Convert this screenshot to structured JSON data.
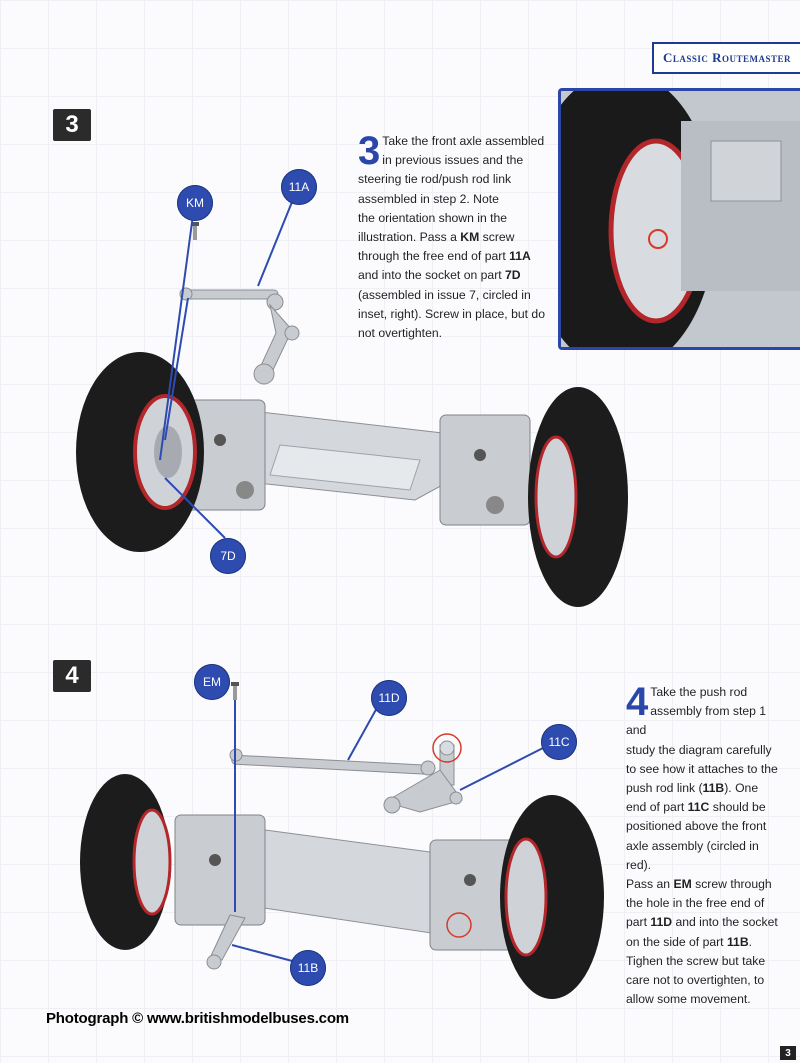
{
  "header": {
    "series": "Classic Routemaster"
  },
  "step3": {
    "number": "3",
    "dropcap": "3",
    "lines": [
      [
        "Take the front axle assembled"
      ],
      [
        "in previous issues and the"
      ],
      [
        "steering tie rod/push rod link"
      ],
      [
        "assembled in step 2. Note"
      ],
      [
        "the orientation shown in the"
      ],
      [
        "illustration. Pass a ",
        {
          "b": "KM"
        },
        " screw"
      ],
      [
        "through the free end of part ",
        {
          "b": "11A"
        }
      ],
      [
        "and into the socket on part ",
        {
          "b": "7D"
        }
      ],
      [
        "(assembled in issue 7, circled in"
      ],
      [
        "inset, right). Screw in place, but do"
      ],
      [
        "not overtighten."
      ]
    ],
    "callouts": {
      "km": "KM",
      "p11a": "11A",
      "p7d": "7D"
    }
  },
  "step4": {
    "number": "4",
    "dropcap": "4",
    "lines": [
      [
        "Take the push rod"
      ],
      [
        "assembly from step 1 and"
      ],
      [
        "study the diagram carefully"
      ],
      [
        "to see how it attaches to the"
      ],
      [
        "push rod link (",
        {
          "b": "11B"
        },
        "). One"
      ],
      [
        "end of part ",
        {
          "b": "11C"
        },
        " should be"
      ],
      [
        "positioned above the front"
      ],
      [
        "axle assembly (circled in red)."
      ],
      [
        "Pass an ",
        {
          "b": "EM"
        },
        " screw through"
      ],
      [
        "the hole in the free end of"
      ],
      [
        "part ",
        {
          "b": "11D"
        },
        " and into the socket"
      ],
      [
        "on the side of part ",
        {
          "b": "11B"
        },
        "."
      ],
      [
        "Tighen the screw but take"
      ],
      [
        "care not to overtighten, to"
      ],
      [
        "allow some movement."
      ]
    ],
    "callouts": {
      "em": "EM",
      "p11d": "11D",
      "p11c": "11C",
      "p11b": "11B"
    }
  },
  "footer": {
    "credit": "Photograph © www.britishmodelbuses.com",
    "page_number": "3"
  },
  "colors": {
    "accent": "#2a46a8",
    "callout": "#2e4bb0",
    "highlight": "#d63a2a",
    "tyre": "#1a1a1a",
    "metal": "#d9dde2"
  }
}
